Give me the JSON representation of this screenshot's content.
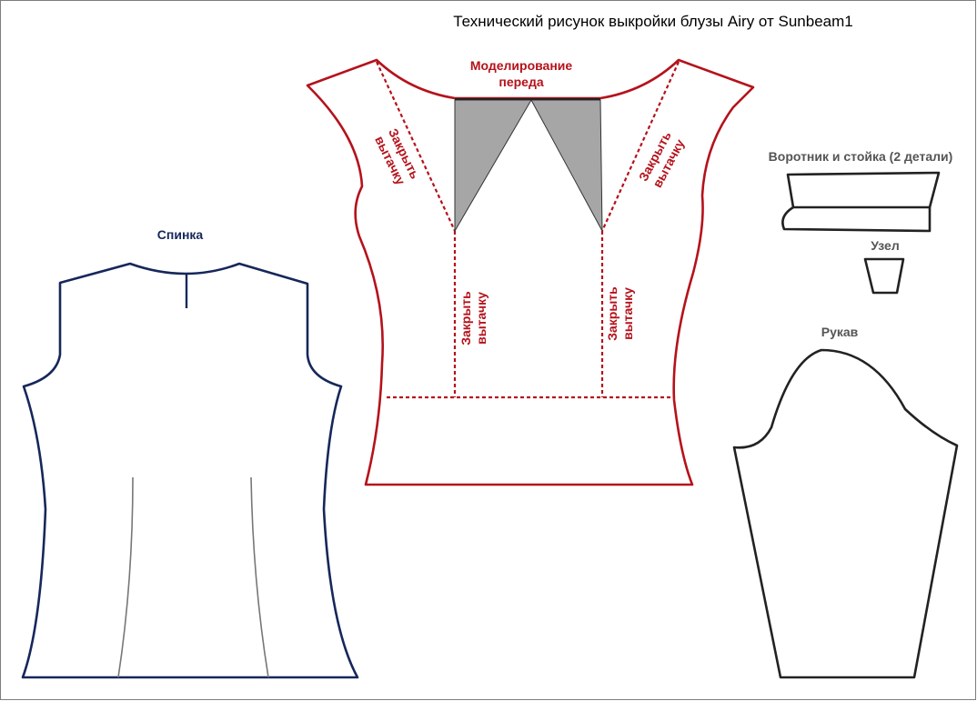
{
  "title": "Технический рисунок выкройки блузы Airy от Sunbeam1",
  "front": {
    "label_line1": "Моделирование",
    "label_line2": "переда",
    "dart_line1": "Закрыть",
    "dart_line2": "вытачку"
  },
  "back": {
    "label": "Спинка"
  },
  "collar": {
    "label": "Воротник и стойка (2 детали)"
  },
  "knot": {
    "label": "Узел"
  },
  "sleeve": {
    "label": "Рукав"
  },
  "colors": {
    "front_outline": "#b5121b",
    "back_outline": "#16275a",
    "small_parts_outline": "#222222",
    "dart_fill": "#a6a6a6"
  }
}
